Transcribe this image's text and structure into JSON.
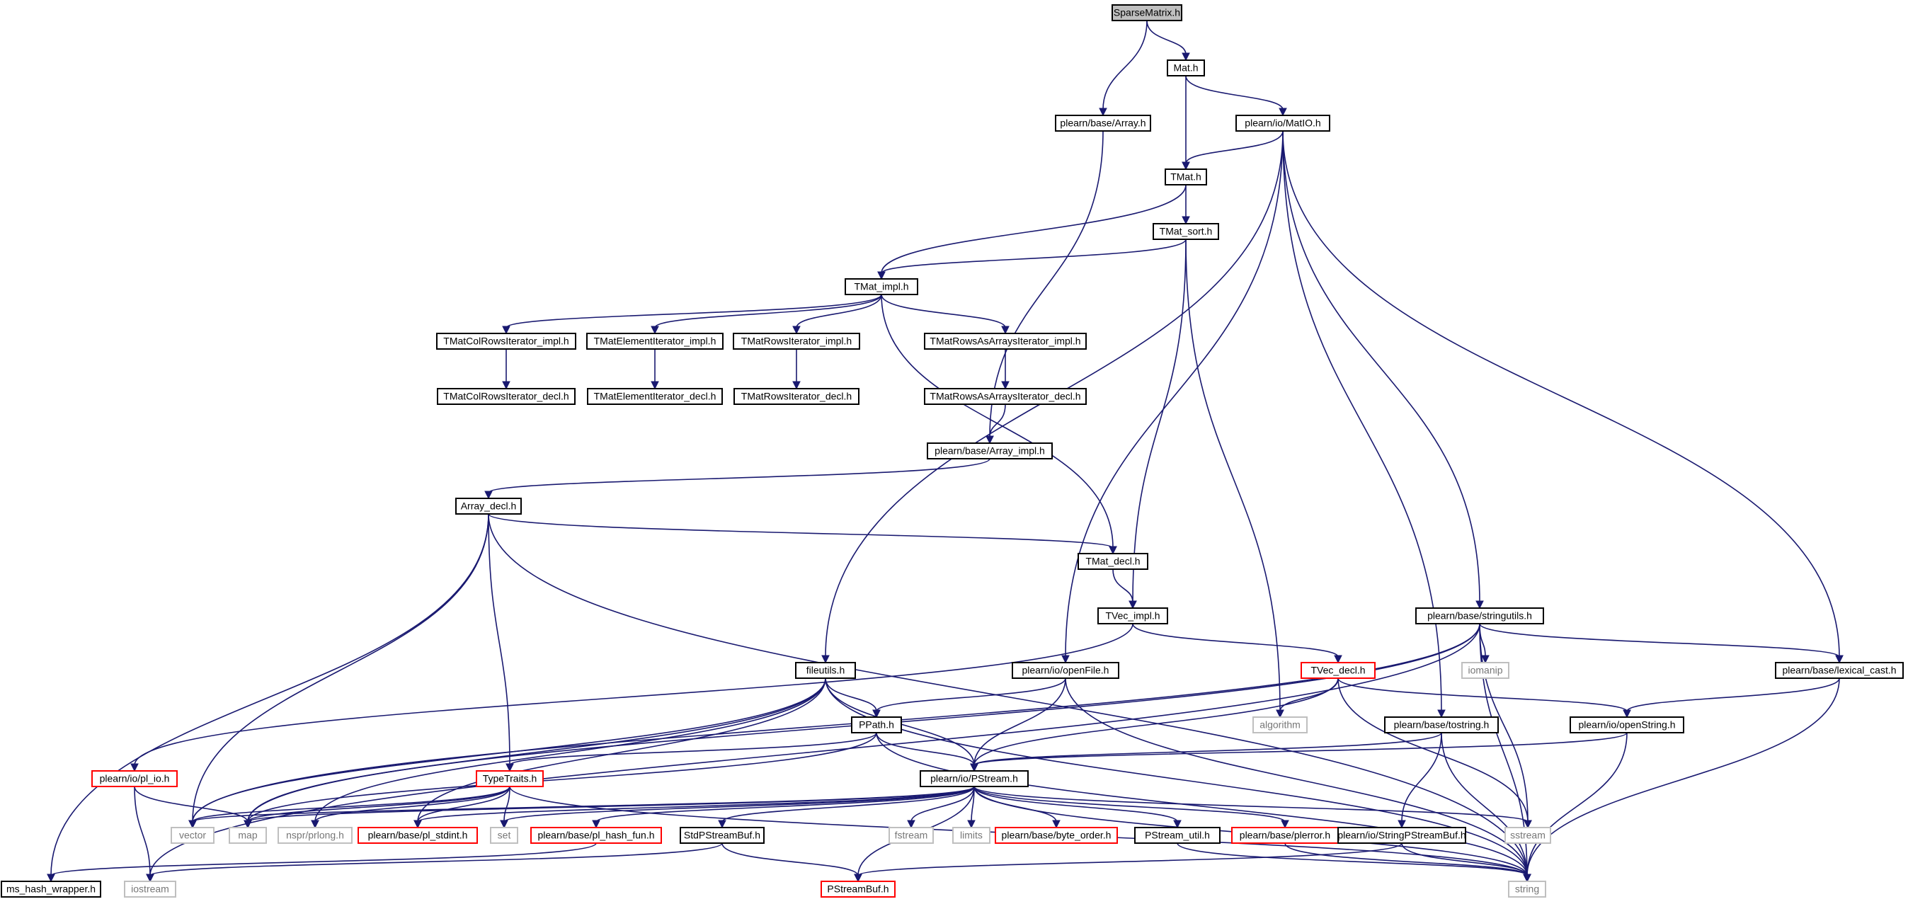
{
  "diagram": {
    "title": "",
    "colors": {
      "edge": "#191970",
      "node_border": "#000000",
      "node_border_incomplete": "#ff0000",
      "node_border_external": "#bfbfbf",
      "root_fill": "#bfbfbf"
    },
    "nodes": [
      {
        "id": "n_sparse",
        "label": "SparseMatrix.h",
        "kind": "root"
      },
      {
        "id": "n_mat",
        "label": "Mat.h",
        "kind": "normal"
      },
      {
        "id": "n_array",
        "label": "plearn/base/Array.h",
        "kind": "normal"
      },
      {
        "id": "n_matio",
        "label": "plearn/io/MatIO.h",
        "kind": "normal"
      },
      {
        "id": "n_tmat",
        "label": "TMat.h",
        "kind": "normal"
      },
      {
        "id": "n_tmatsort",
        "label": "TMat_sort.h",
        "kind": "normal"
      },
      {
        "id": "n_tmatimpl",
        "label": "TMat_impl.h",
        "kind": "normal"
      },
      {
        "id": "n_colrowsimpl",
        "label": "TMatColRowsIterator_impl.h",
        "kind": "normal"
      },
      {
        "id": "n_elemimpl",
        "label": "TMatElementIterator_impl.h",
        "kind": "normal"
      },
      {
        "id": "n_rowsimpl",
        "label": "TMatRowsIterator_impl.h",
        "kind": "normal"
      },
      {
        "id": "n_rowsarrimpl",
        "label": "TMatRowsAsArraysIterator_impl.h",
        "kind": "normal"
      },
      {
        "id": "n_colrowsdecl",
        "label": "TMatColRowsIterator_decl.h",
        "kind": "normal"
      },
      {
        "id": "n_elemdecl",
        "label": "TMatElementIterator_decl.h",
        "kind": "normal"
      },
      {
        "id": "n_rowsdecl",
        "label": "TMatRowsIterator_decl.h",
        "kind": "normal"
      },
      {
        "id": "n_rowsarrdecl",
        "label": "TMatRowsAsArraysIterator_decl.h",
        "kind": "normal"
      },
      {
        "id": "n_arrayimpl",
        "label": "plearn/base/Array_impl.h",
        "kind": "normal"
      },
      {
        "id": "n_arraydecl",
        "label": "Array_decl.h",
        "kind": "normal"
      },
      {
        "id": "n_tmatdecl",
        "label": "TMat_decl.h",
        "kind": "normal"
      },
      {
        "id": "n_tvecimpl",
        "label": "TVec_impl.h",
        "kind": "normal"
      },
      {
        "id": "n_stringutils",
        "label": "plearn/base/stringutils.h",
        "kind": "normal"
      },
      {
        "id": "n_iomanip",
        "label": "iomanip",
        "kind": "external"
      },
      {
        "id": "n_lexical",
        "label": "plearn/base/lexical_cast.h",
        "kind": "normal"
      },
      {
        "id": "n_fileutils",
        "label": "fileutils.h",
        "kind": "normal"
      },
      {
        "id": "n_openfile",
        "label": "plearn/io/openFile.h",
        "kind": "normal"
      },
      {
        "id": "n_tvecdecl",
        "label": "TVec_decl.h",
        "kind": "incomplete"
      },
      {
        "id": "n_algorithm",
        "label": "algorithm",
        "kind": "external"
      },
      {
        "id": "n_tostring",
        "label": "plearn/base/tostring.h",
        "kind": "normal"
      },
      {
        "id": "n_openstring",
        "label": "plearn/io/openString.h",
        "kind": "normal"
      },
      {
        "id": "n_ppath",
        "label": "PPath.h",
        "kind": "normal"
      },
      {
        "id": "n_plio",
        "label": "plearn/io/pl_io.h",
        "kind": "incomplete"
      },
      {
        "id": "n_typetraits",
        "label": "TypeTraits.h",
        "kind": "incomplete"
      },
      {
        "id": "n_pstream",
        "label": "plearn/io/PStream.h",
        "kind": "normal"
      },
      {
        "id": "n_vector",
        "label": "vector",
        "kind": "external"
      },
      {
        "id": "n_map",
        "label": "map",
        "kind": "external"
      },
      {
        "id": "n_prlong",
        "label": "nspr/prlong.h",
        "kind": "external"
      },
      {
        "id": "n_stdint",
        "label": "plearn/base/pl_stdint.h",
        "kind": "incomplete"
      },
      {
        "id": "n_set",
        "label": "set",
        "kind": "external"
      },
      {
        "id": "n_hashfun",
        "label": "plearn/base/pl_hash_fun.h",
        "kind": "incomplete"
      },
      {
        "id": "n_stdpsbuf",
        "label": "StdPStreamBuf.h",
        "kind": "normal"
      },
      {
        "id": "n_fstream",
        "label": "fstream",
        "kind": "external"
      },
      {
        "id": "n_limits",
        "label": "limits",
        "kind": "external"
      },
      {
        "id": "n_byteorder",
        "label": "plearn/base/byte_order.h",
        "kind": "incomplete"
      },
      {
        "id": "n_psutil",
        "label": "PStream_util.h",
        "kind": "normal"
      },
      {
        "id": "n_plerror",
        "label": "plearn/base/plerror.h",
        "kind": "incomplete"
      },
      {
        "id": "n_strpsbuf",
        "label": "plearn/io/StringPStreamBuf.h",
        "kind": "normal"
      },
      {
        "id": "n_sstream",
        "label": "sstream",
        "kind": "external"
      },
      {
        "id": "n_mshash",
        "label": "ms_hash_wrapper.h",
        "kind": "normal"
      },
      {
        "id": "n_iostream",
        "label": "iostream",
        "kind": "external"
      },
      {
        "id": "n_psbuf",
        "label": "PStreamBuf.h",
        "kind": "incomplete"
      },
      {
        "id": "n_string",
        "label": "string",
        "kind": "external"
      }
    ],
    "edges": [
      [
        "n_sparse",
        "n_mat"
      ],
      [
        "n_sparse",
        "n_array"
      ],
      [
        "n_mat",
        "n_matio"
      ],
      [
        "n_mat",
        "n_tmat"
      ],
      [
        "n_array",
        "n_arrayimpl"
      ],
      [
        "n_matio",
        "n_tmat"
      ],
      [
        "n_matio",
        "n_fileutils"
      ],
      [
        "n_matio",
        "n_openfile"
      ],
      [
        "n_matio",
        "n_tostring"
      ],
      [
        "n_matio",
        "n_stringutils"
      ],
      [
        "n_matio",
        "n_lexical"
      ],
      [
        "n_tmat",
        "n_tmatsort"
      ],
      [
        "n_tmat",
        "n_tmatimpl"
      ],
      [
        "n_tmatsort",
        "n_tmatimpl"
      ],
      [
        "n_tmatsort",
        "n_tvecimpl"
      ],
      [
        "n_tmatsort",
        "n_algorithm"
      ],
      [
        "n_tmatimpl",
        "n_colrowsimpl"
      ],
      [
        "n_tmatimpl",
        "n_elemimpl"
      ],
      [
        "n_tmatimpl",
        "n_rowsimpl"
      ],
      [
        "n_tmatimpl",
        "n_rowsarrimpl"
      ],
      [
        "n_tmatimpl",
        "n_tmatdecl"
      ],
      [
        "n_colrowsimpl",
        "n_colrowsdecl"
      ],
      [
        "n_elemimpl",
        "n_elemdecl"
      ],
      [
        "n_rowsimpl",
        "n_rowsdecl"
      ],
      [
        "n_rowsarrimpl",
        "n_rowsarrdecl"
      ],
      [
        "n_rowsarrdecl",
        "n_arrayimpl"
      ],
      [
        "n_arrayimpl",
        "n_arraydecl"
      ],
      [
        "n_arraydecl",
        "n_tmatdecl"
      ],
      [
        "n_arraydecl",
        "n_typetraits"
      ],
      [
        "n_arraydecl",
        "n_vector"
      ],
      [
        "n_arraydecl",
        "n_mshash"
      ],
      [
        "n_arraydecl",
        "n_string"
      ],
      [
        "n_tmatdecl",
        "n_tvecimpl"
      ],
      [
        "n_tvecimpl",
        "n_tvecdecl"
      ],
      [
        "n_tvecimpl",
        "n_plio"
      ],
      [
        "n_stringutils",
        "n_iomanip"
      ],
      [
        "n_stringutils",
        "n_lexical"
      ],
      [
        "n_stringutils",
        "n_sstream"
      ],
      [
        "n_stringutils",
        "n_string"
      ],
      [
        "n_stringutils",
        "n_map"
      ],
      [
        "n_stringutils",
        "n_vector"
      ],
      [
        "n_stringutils",
        "n_iostream"
      ],
      [
        "n_lexical",
        "n_openstring"
      ],
      [
        "n_lexical",
        "n_string"
      ],
      [
        "n_fileutils",
        "n_ppath"
      ],
      [
        "n_fileutils",
        "n_pstream"
      ],
      [
        "n_fileutils",
        "n_map"
      ],
      [
        "n_fileutils",
        "n_vector"
      ],
      [
        "n_fileutils",
        "n_prlong"
      ],
      [
        "n_fileutils",
        "n_stdint"
      ],
      [
        "n_fileutils",
        "n_string"
      ],
      [
        "n_openfile",
        "n_ppath"
      ],
      [
        "n_openfile",
        "n_pstream"
      ],
      [
        "n_openfile",
        "n_string"
      ],
      [
        "n_tvecdecl",
        "n_algorithm"
      ],
      [
        "n_tvecdecl",
        "n_pstream"
      ],
      [
        "n_tvecdecl",
        "n_openstring"
      ],
      [
        "n_tvecdecl",
        "n_sstream"
      ],
      [
        "n_tostring",
        "n_pstream"
      ],
      [
        "n_tostring",
        "n_strpsbuf"
      ],
      [
        "n_tostring",
        "n_string"
      ],
      [
        "n_openstring",
        "n_pstream"
      ],
      [
        "n_openstring",
        "n_string"
      ],
      [
        "n_ppath",
        "n_typetraits"
      ],
      [
        "n_ppath",
        "n_pstream"
      ],
      [
        "n_ppath",
        "n_map"
      ],
      [
        "n_ppath",
        "n_string"
      ],
      [
        "n_plio",
        "n_map"
      ],
      [
        "n_plio",
        "n_iostream"
      ],
      [
        "n_typetraits",
        "n_vector"
      ],
      [
        "n_typetraits",
        "n_map"
      ],
      [
        "n_typetraits",
        "n_prlong"
      ],
      [
        "n_typetraits",
        "n_stdint"
      ],
      [
        "n_typetraits",
        "n_set"
      ],
      [
        "n_typetraits",
        "n_string"
      ],
      [
        "n_pstream",
        "n_vector"
      ],
      [
        "n_pstream",
        "n_map"
      ],
      [
        "n_pstream",
        "n_stdint"
      ],
      [
        "n_pstream",
        "n_set"
      ],
      [
        "n_pstream",
        "n_hashfun"
      ],
      [
        "n_pstream",
        "n_stdpsbuf"
      ],
      [
        "n_pstream",
        "n_fstream"
      ],
      [
        "n_pstream",
        "n_limits"
      ],
      [
        "n_pstream",
        "n_byteorder"
      ],
      [
        "n_pstream",
        "n_psutil"
      ],
      [
        "n_pstream",
        "n_plerror"
      ],
      [
        "n_pstream",
        "n_sstream"
      ],
      [
        "n_pstream",
        "n_psbuf"
      ],
      [
        "n_pstream",
        "n_string"
      ],
      [
        "n_hashfun",
        "n_mshash"
      ],
      [
        "n_stdpsbuf",
        "n_psbuf"
      ],
      [
        "n_stdpsbuf",
        "n_iostream"
      ],
      [
        "n_psutil",
        "n_string"
      ],
      [
        "n_plerror",
        "n_string"
      ],
      [
        "n_strpsbuf",
        "n_psbuf"
      ],
      [
        "n_strpsbuf",
        "n_string"
      ]
    ]
  }
}
